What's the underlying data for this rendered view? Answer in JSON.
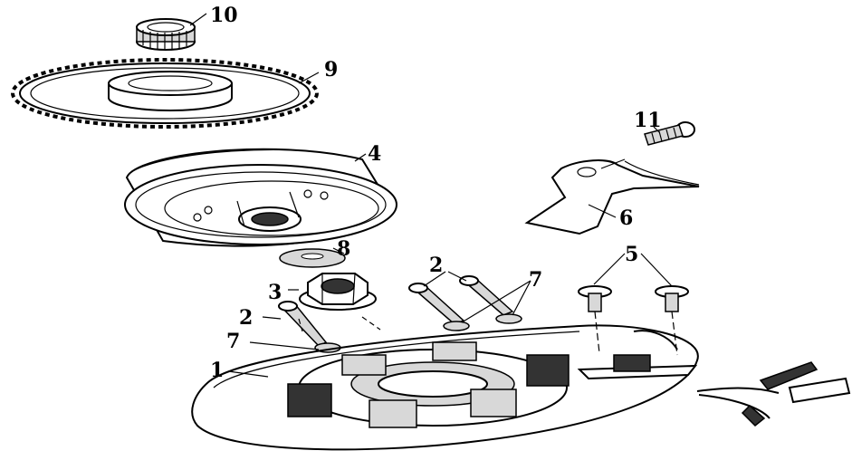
{
  "callouts": {
    "c1": "1",
    "c2a": "2",
    "c2b": "2",
    "c3": "3",
    "c4": "4",
    "c5": "5",
    "c6": "6",
    "c7a": "7",
    "c7b": "7",
    "c8": "8",
    "c9": "9",
    "c10": "10",
    "c11": "11"
  },
  "colors": {
    "line": "#000000",
    "background": "#ffffff"
  }
}
